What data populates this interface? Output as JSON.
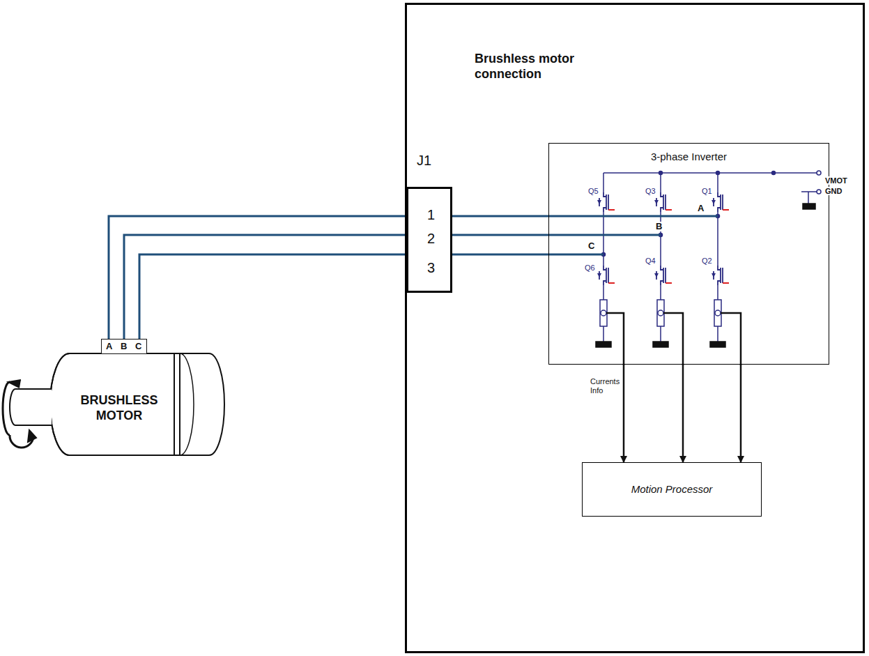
{
  "diagram": {
    "nodes": [
      {
        "text": [
          "Brushless motor connection"
        ]
      },
      {
        "text": [
          "J1",
          "1",
          "2",
          "3"
        ],
        "in": 0
      },
      {
        "text": [
          "3-phase Inverter"
        ],
        "in": 0
      },
      {
        "text": [
          "Motion Processor"
        ],
        "in": 0
      },
      {
        "text": [
          "BRUSHLESS MOTOR"
        ]
      },
      {
        "text": [
          "A",
          "B",
          "C"
        ]
      }
    ],
    "edges": [
      {
        "from": 5,
        "to": 1,
        "arrow": "none"
      },
      {
        "from": 5,
        "to": 1,
        "arrow": "none"
      },
      {
        "from": 5,
        "to": 1,
        "arrow": "none"
      },
      {
        "from": 1,
        "to": 2,
        "arrow": "none"
      },
      {
        "from": 1,
        "to": 2,
        "arrow": "none"
      },
      {
        "from": 1,
        "to": 2,
        "arrow": "none"
      },
      {
        "from": 2,
        "to": 3,
        "label": "Currents Info",
        "arrow": "to"
      },
      {
        "from": 2,
        "to": 3,
        "arrow": "to"
      },
      {
        "from": 2,
        "to": 3,
        "arrow": "to"
      }
    ],
    "labels": [
      "Q5",
      "Q3",
      "Q1",
      "A",
      "B",
      "C",
      "Q6",
      "Q4",
      "Q2",
      "VMOT",
      "GND"
    ]
  }
}
